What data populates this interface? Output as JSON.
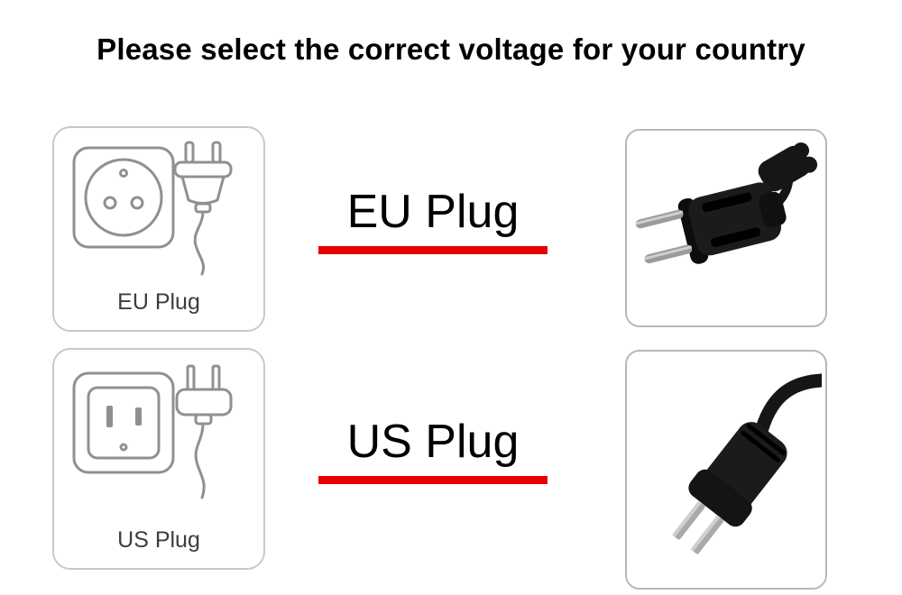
{
  "page": {
    "title": "Please select the correct voltage for your country"
  },
  "colors": {
    "accent_red": "#e60000",
    "drawing_outline_gray": "#909090",
    "card_border_gray": "#c9c9c9",
    "photo_frame_gray": "#b8b8b8",
    "plug_black": "#1b1b1b"
  },
  "options": [
    {
      "id": "eu",
      "card_label": "EU Plug",
      "heading": "EU Plug"
    },
    {
      "id": "us",
      "card_label": "US Plug",
      "heading": "US Plug"
    }
  ]
}
